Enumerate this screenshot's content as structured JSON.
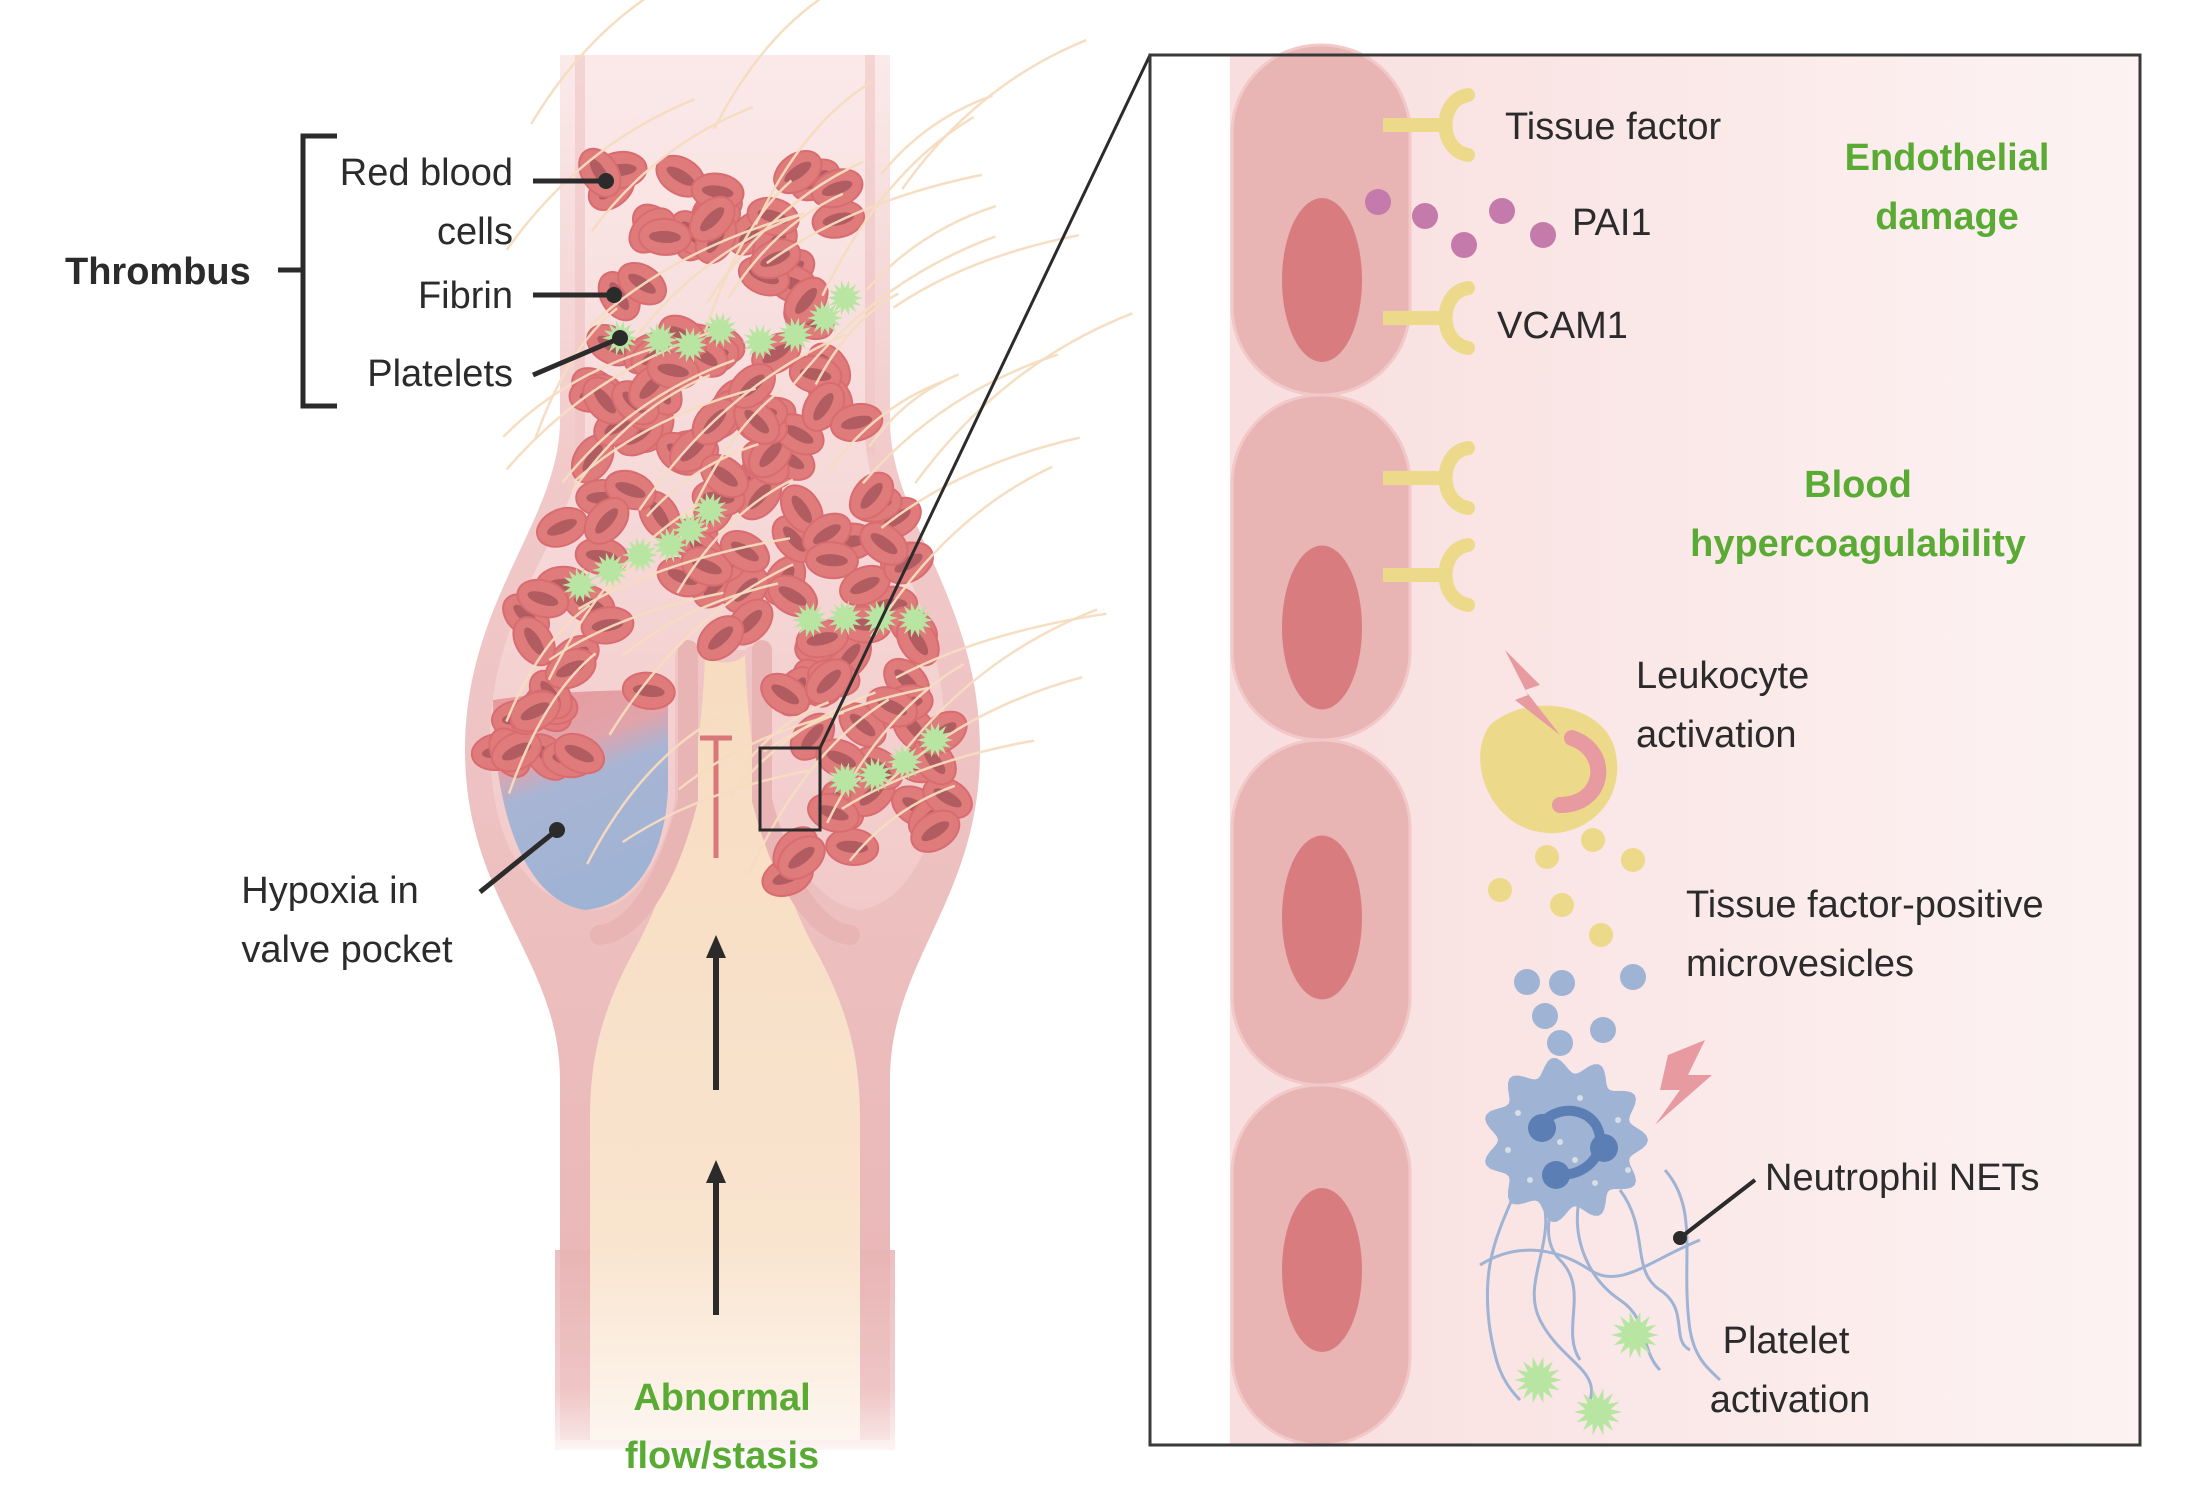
{
  "left_panel": {
    "thrombus_label": "Thrombus",
    "components": [
      {
        "line1": "Red blood",
        "line2": "cells"
      },
      {
        "line1": "Fibrin"
      },
      {
        "line1": "Platelets"
      }
    ],
    "hypoxia_label": {
      "line1": "Hypoxia in",
      "line2": "valve pocket"
    },
    "flow_label": {
      "line1": "Abnormal",
      "line2": "flow/stasis"
    }
  },
  "right_panel": {
    "labels": {
      "tissue_factor": "Tissue factor",
      "pai1": "PAI1",
      "vcam1": "VCAM1",
      "endothelial_damage": {
        "line1": "Endothelial",
        "line2": "damage"
      },
      "blood_hypercoag": {
        "line1": "Blood",
        "line2": "hypercoagulability"
      },
      "leukocyte": {
        "line1": "Leukocyte",
        "line2": "activation"
      },
      "microvesicles": {
        "line1": "Tissue factor-positive",
        "line2": "microvesicles"
      },
      "neutrophil": "Neutrophil NETs",
      "platelet_activation": {
        "line1": "Platelet",
        "line2": "activation"
      }
    }
  },
  "colors": {
    "vessel_wall": "#e8b4b4",
    "lumen": "#f7dcc0",
    "rbc": "#e07b7b",
    "rbc_center": "#b05c60",
    "fibrin": "#f6dcc0",
    "platelet": "#b8e6a2",
    "hypoxia": "#9fb3d4",
    "receptor": "#ecd98a",
    "pai1": "#c47aaa",
    "leukocyte": "#ecd98a",
    "microvesicle_yellow": "#ecd98a",
    "microvesicle_blue": "#9fb3d4",
    "neutrophil": "#9fb3d4",
    "neutrophil_nucleus": "#5b7fb5",
    "accent_green": "#5aab34",
    "text": "#2b2b2b"
  }
}
